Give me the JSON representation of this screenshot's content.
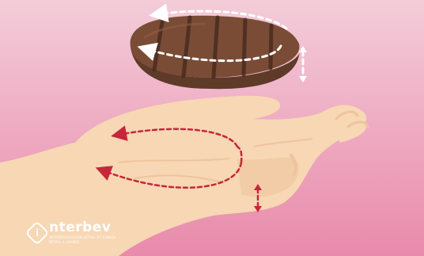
{
  "logo": {
    "name": "nterbev",
    "initial": "i",
    "tagline_1": "INTERPROFESSION BÉTAIL ET VIANDE",
    "tagline_2": "BÉTAIL & VIANDE"
  },
  "colors": {
    "background_top": "#f3cdd9",
    "background_bottom": "#e98aab",
    "steak": "#7a4c36",
    "steak_edge": "#5e3a29",
    "steak_grill": "#4a2c1f",
    "hand": "#f7d7b4",
    "hand_shadow": "#eec49e",
    "arrow_white": "#ffffff",
    "arrow_red": "#c8263a"
  },
  "illustration": {
    "steak": "steak-illustration",
    "hand": "open-palm-illustration"
  }
}
